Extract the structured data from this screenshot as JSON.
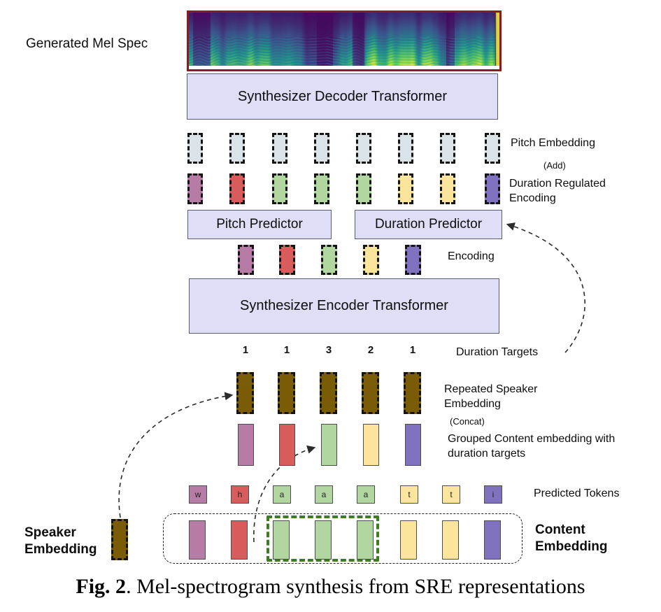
{
  "figure": {
    "mel_label": "Generated Mel Spec",
    "decoder_label": "Synthesizer Decoder Transformer",
    "pitch_predictor_label": "Pitch Predictor",
    "duration_predictor_label": "Duration Predictor",
    "encoder_label": "Synthesizer Encoder Transformer"
  },
  "labels": {
    "pitch_embedding": "Pitch Embedding",
    "add": "(Add)",
    "duration_regulated": "Duration Regulated Encoding",
    "encoding": "Encoding",
    "duration_targets": "Duration Targets",
    "repeated_speaker": "Repeated Speaker Embedding",
    "concat": "(Concat)",
    "grouped_content": "Grouped Content embedding with duration targets",
    "predicted_tokens": "Predicted Tokens",
    "content_embedding": "Content Embedding",
    "speaker_embedding": "Speaker Embedding"
  },
  "duration_targets": [
    "1",
    "1",
    "3",
    "2",
    "1"
  ],
  "predicted_tokens": [
    {
      "char": "w",
      "color": "mauve"
    },
    {
      "char": "h",
      "color": "red"
    },
    {
      "char": "a",
      "color": "green"
    },
    {
      "char": "a",
      "color": "green"
    },
    {
      "char": "a",
      "color": "green"
    },
    {
      "char": "t",
      "color": "yellow"
    },
    {
      "char": "t",
      "color": "yellow"
    },
    {
      "char": "i",
      "color": "purple"
    }
  ],
  "rows": {
    "pitch_embedding": [
      "steel",
      "steel",
      "steel",
      "steel",
      "steel",
      "steel",
      "steel",
      "steel"
    ],
    "duration_regulated": [
      "mauve",
      "red",
      "green",
      "green",
      "green",
      "yellow",
      "yellow",
      "purple"
    ],
    "encoding": [
      "mauve",
      "red",
      "green",
      "yellow",
      "purple"
    ],
    "repeated_speaker": [
      "gold",
      "gold",
      "gold",
      "gold",
      "gold"
    ],
    "grouped_content": [
      "mauve",
      "red",
      "green",
      "yellow",
      "purple"
    ],
    "content_embedding": [
      "mauve",
      "red",
      "green",
      "green",
      "green",
      "yellow",
      "yellow",
      "purple"
    ]
  },
  "palette": {
    "mauve": "#b77ca6",
    "red": "#d95c5c",
    "green": "#b1d6a0",
    "yellow": "#fbe49c",
    "purple": "#8172c0",
    "gold": "#7a5c07",
    "steel": "#d9e3e8",
    "lavender": "#dedef7",
    "spectrogram_border": "#8e1b1b",
    "spectrogram_end_strip": "#ddd23f",
    "highlight_green": "#3e7c1f",
    "viridis": [
      "#440154",
      "#3b528b",
      "#21918c",
      "#5ec962",
      "#fde725"
    ]
  },
  "caption": {
    "prefix": "Fig. 2",
    "text": ". Mel-spectrogram synthesis from SRE representations"
  }
}
